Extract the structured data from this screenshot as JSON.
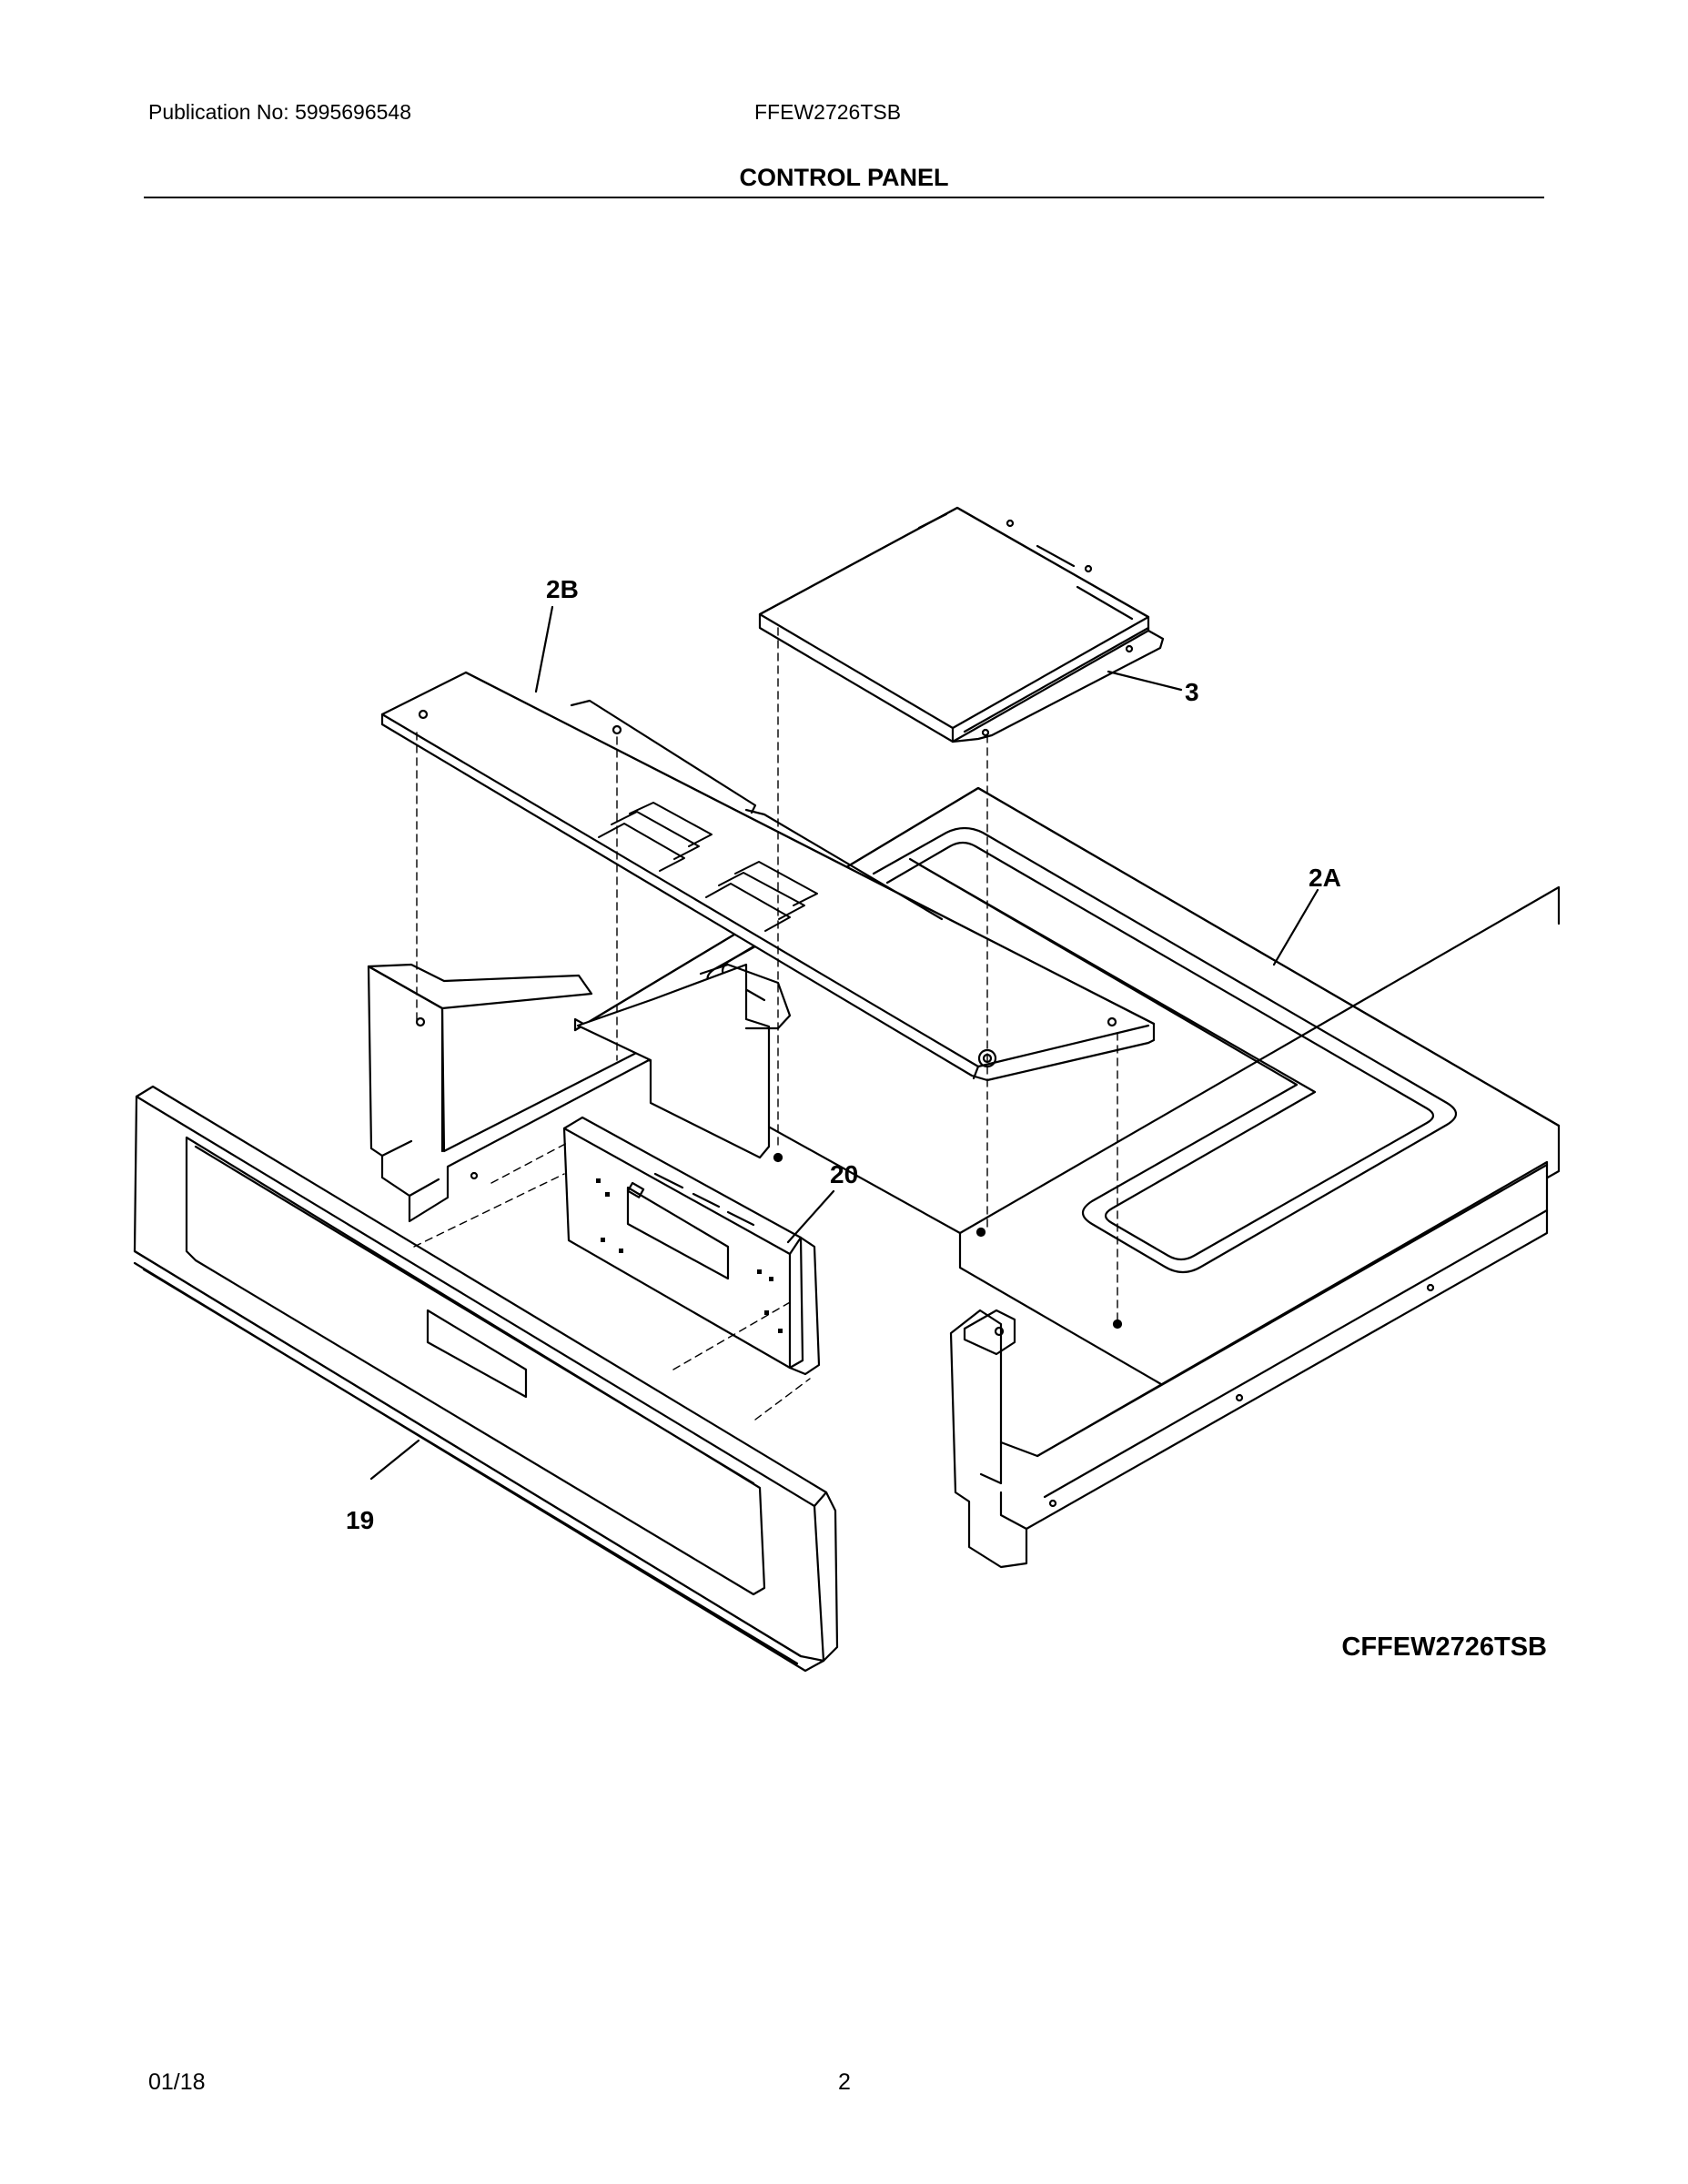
{
  "header": {
    "publication": "Publication No: 5995696548",
    "model": "FFEW2726TSB",
    "section_title": "CONTROL PANEL"
  },
  "diagram": {
    "callouts": {
      "c2B": "2B",
      "c3": "3",
      "c2A": "2A",
      "c20": "20",
      "c19": "19"
    },
    "code": "CFFEW2726TSB"
  },
  "footer": {
    "date": "01/18",
    "page": "2"
  },
  "colors": {
    "line": "#000000",
    "paper": "#ffffff"
  }
}
